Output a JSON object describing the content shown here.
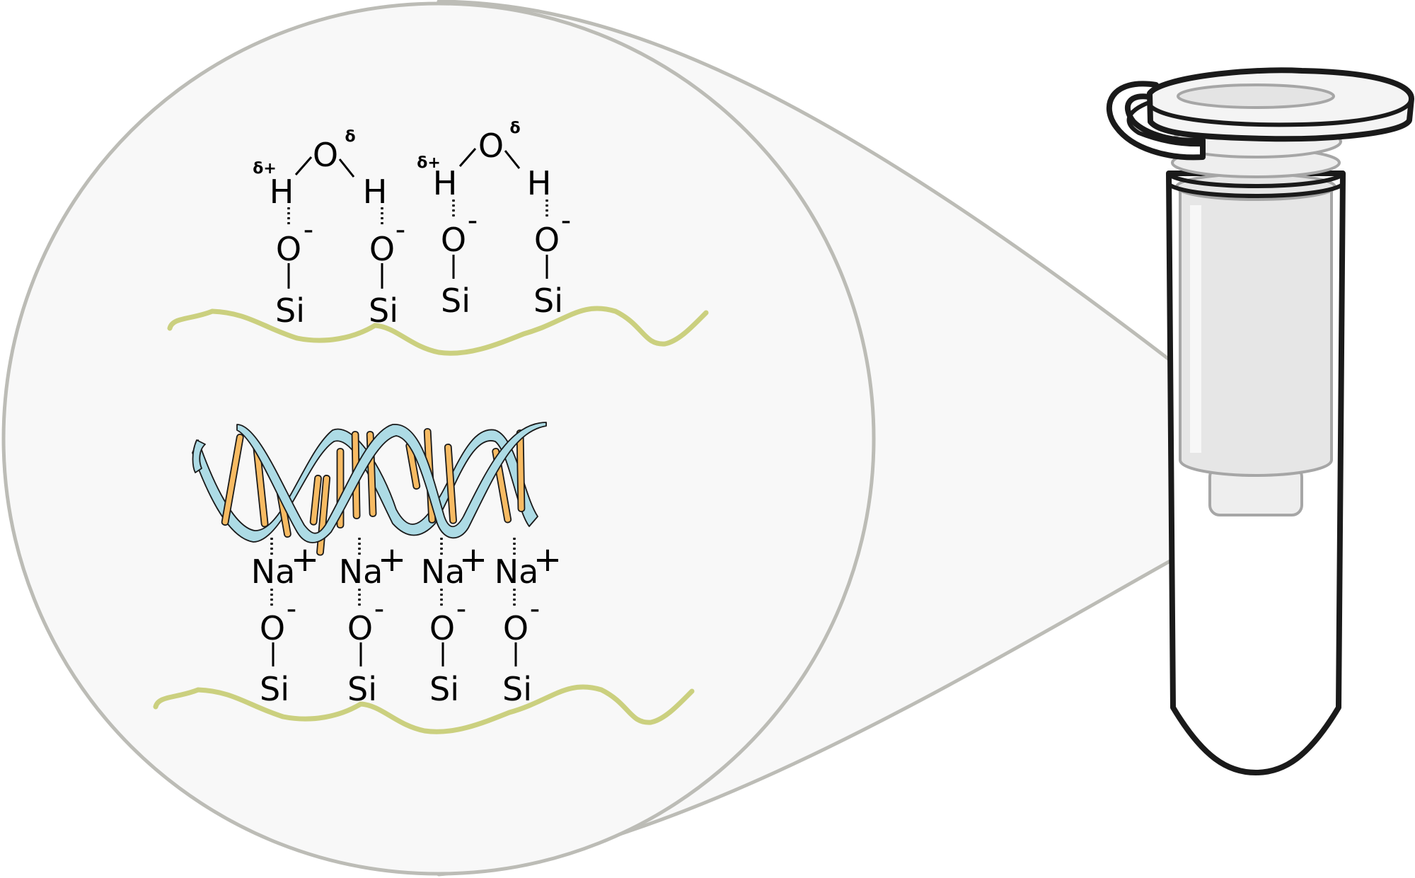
{
  "colors": {
    "background": "#ffffff",
    "magnifier_fill": "#f8f8f8",
    "magnifier_outline": "#bcbcb6",
    "silica_surface": "#cbd07f",
    "dna_backbone": "#addbe5",
    "dna_bases": "#f7bb63",
    "tube_outline": "#1a1a1a",
    "tube_insert_fill": "#e6e6e6",
    "tube_insert_outline": "#a6a6a6"
  },
  "icons": {
    "magnifier": "magnifier-circle-icon",
    "dna": "dna-double-helix-icon",
    "tube": "microcentrifuge-spin-column-icon"
  },
  "water": {
    "oxygen": "O",
    "hydrogen": "H",
    "delta_plus": "δ+",
    "delta_minus": "δ"
  },
  "silanol": {
    "oxygen": "O",
    "charge": "-",
    "silicon": "Si"
  },
  "dna_binding": {
    "cation": "Na",
    "cation_charge": "+",
    "oxygen": "O",
    "charge": "-",
    "silicon": "Si"
  }
}
